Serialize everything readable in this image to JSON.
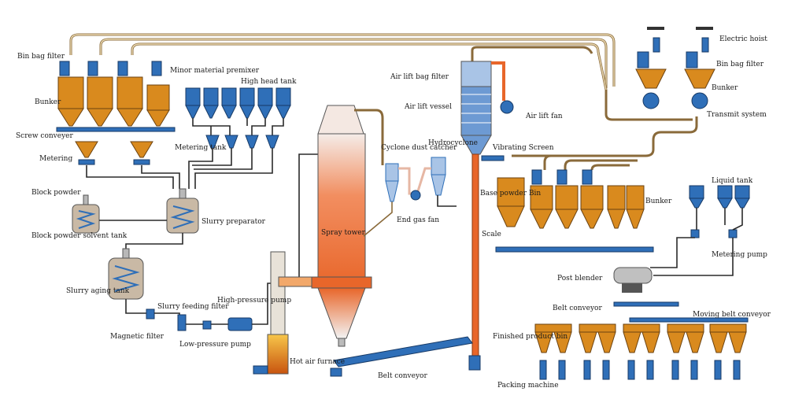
{
  "labels": {
    "bin_bag_filter_left": "Bin bag filter",
    "bunker_left": "Bunker",
    "screw_conveyer": "Screw conveyer",
    "metering": "Metering",
    "minor_material_premixer": "Minor material premixer",
    "high_head_tank": "High head tank",
    "metering_tank": "Metering tank",
    "block_powder": "Block powder",
    "block_powder_solvent_tank": "Block powder solvent tank",
    "slurry_preparator": "Slurry preparator",
    "slurry_aging_tank": "Slurry aging tank",
    "slurry_feeding_filter": "Slurry feeding filter",
    "high_pressure_pump": "High-pressure pump",
    "magnetic_filter": "Magnetic filter",
    "low_pressure_pump": "Low-pressure pump",
    "hot_air_furnace": "Hot air furnace",
    "spray_tower": "Spray tower",
    "cyclone_dust_catcher": "Cyclone dust catcher",
    "hydrocyclone": "Hydrocyclone",
    "end_gas_fan": "End gas fan",
    "air_lift_bag_filter": "Air lift bag filter",
    "air_lift_vessel": "Air lift vessel",
    "air_lift_fan": "Air lift fan",
    "vibrating_screen": "Vibrating Screen",
    "base_powder_bin": "Base powder Bin",
    "scale": "Scale",
    "belt_conveyor_bottom": "Belt conveyor",
    "electric_hoist": "Electric hoist",
    "bin_bag_filter_right": "Bin bag filter",
    "bunker_right_top": "Bunker",
    "transmit_system": "Transmit system",
    "bunker_right_mid": "Bunker",
    "liquid_tank": "Liquid tank",
    "metering_pump": "Metering pump",
    "post_blender": "Post blender",
    "belt_conveyor_right": "Belt conveyor",
    "moving_belt_conveyor": "Moving belt conveyor",
    "finished_product_bin": "Finished product bin",
    "packing_machine": "Packing machine"
  },
  "colors": {
    "bin_orange": "#d98a1e",
    "equipment_blue": "#2f6fb8",
    "tower_orange": "#ef7a3c",
    "pipe_tan": "#8a6a3a",
    "fire": "#f2a11c"
  }
}
